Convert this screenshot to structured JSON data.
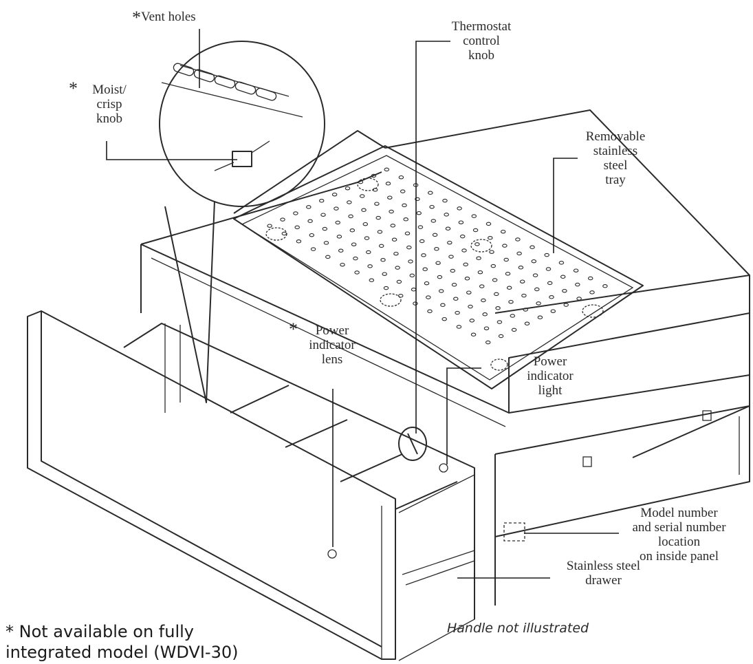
{
  "labels": {
    "vent_holes": "Vent holes",
    "moist_crisp_knob": "Moist/\ncrisp\nknob",
    "thermostat_control_knob": "Thermostat\ncontrol\nknob",
    "removable_tray": "Removable\nstainless\nsteel\ntray",
    "power_indicator_lens": "Power\nindicator\nlens",
    "power_indicator_light": "Power\nindicator\nlight",
    "model_serial_location": "Model number\nand serial number\nlocation\non inside panel",
    "stainless_drawer": "Stainless steel\ndrawer",
    "asterisk": "*"
  },
  "notes": {
    "handle": "Handle not illustrated",
    "availability_line1": "* Not available on fully",
    "availability_line2": "integrated model (WDVI-30)"
  },
  "colors": {
    "line": "#2a2a2a",
    "background": "#ffffff"
  }
}
